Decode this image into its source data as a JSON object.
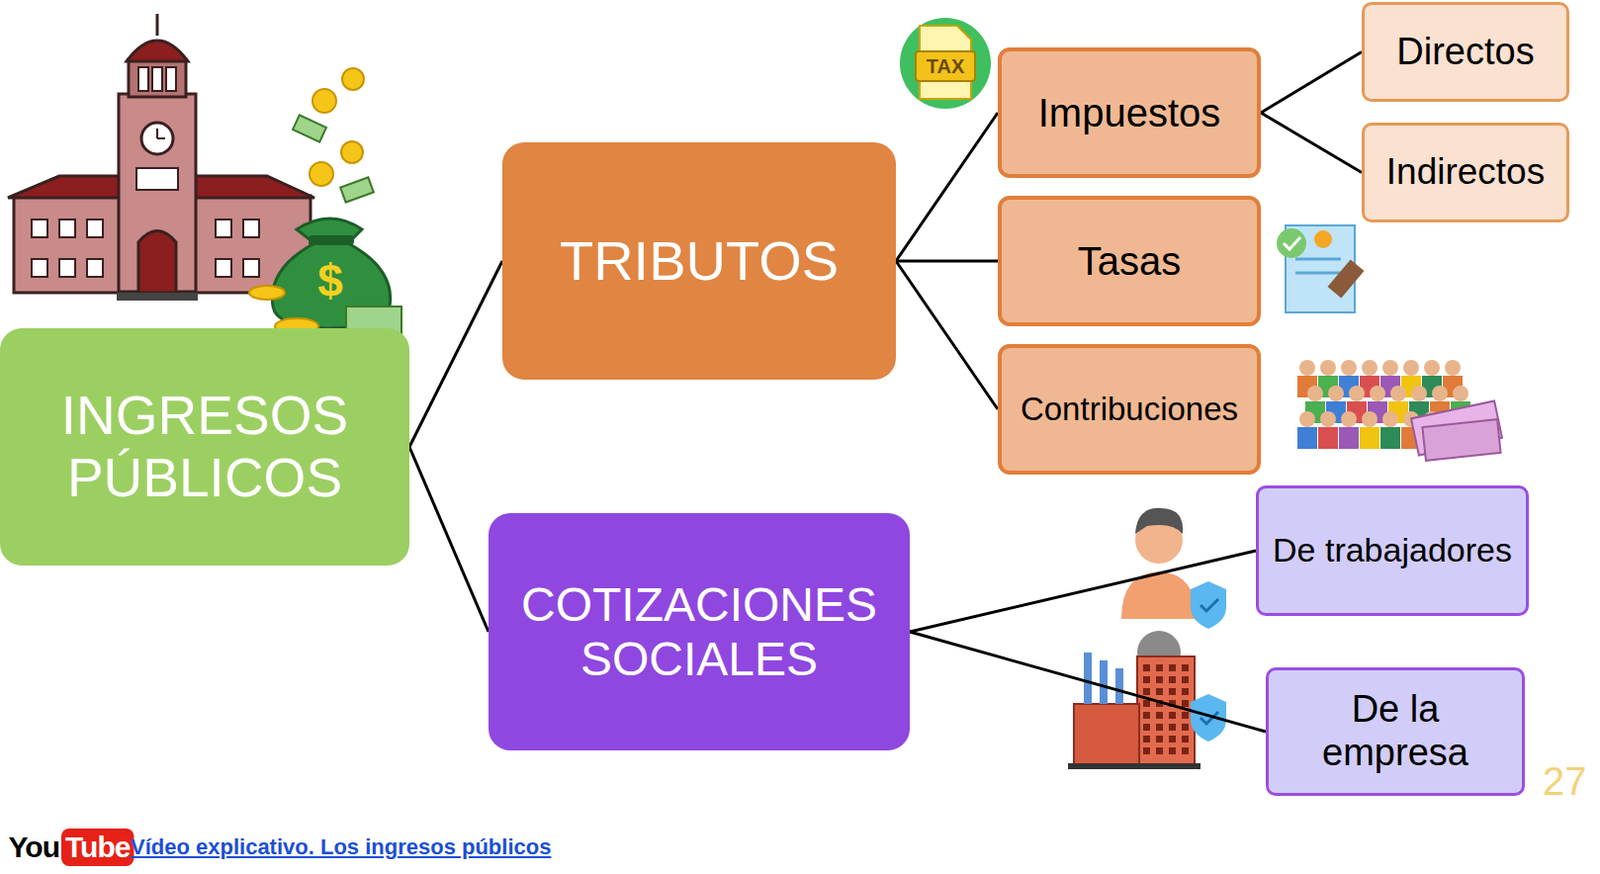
{
  "diagram": {
    "nodes": [
      {
        "text": [
          "INGRESOS PÚBLICOS"
        ]
      },
      {
        "text": [
          "TRIBUTOS"
        ]
      },
      {
        "text": [
          "Impuestos"
        ]
      },
      {
        "text": [
          "Directos"
        ]
      },
      {
        "text": [
          "Indirectos"
        ]
      },
      {
        "text": [
          "Tasas"
        ]
      },
      {
        "text": [
          "Contribuciones"
        ]
      },
      {
        "text": [
          "COTIZACIONES SOCIALES"
        ]
      },
      {
        "text": [
          "De trabajadores"
        ]
      },
      {
        "text": [
          "De la empresa"
        ]
      }
    ],
    "edges": [
      {
        "from": 0,
        "to": 1,
        "arrow": "none"
      },
      {
        "from": 0,
        "to": 7,
        "arrow": "none"
      },
      {
        "from": 1,
        "to": 2,
        "arrow": "none"
      },
      {
        "from": 1,
        "to": 5,
        "arrow": "none"
      },
      {
        "from": 1,
        "to": 6,
        "arrow": "none"
      },
      {
        "from": 2,
        "to": 3,
        "arrow": "none"
      },
      {
        "from": 2,
        "to": 4,
        "arrow": "none"
      },
      {
        "from": 7,
        "to": 8,
        "arrow": "none"
      },
      {
        "from": 7,
        "to": 9,
        "arrow": "none"
      }
    ],
    "labels": [
      "TAX",
      "$",
      "27",
      "You",
      "Tube",
      "Vídeo explicativo. Los ingresos públicos"
    ]
  }
}
